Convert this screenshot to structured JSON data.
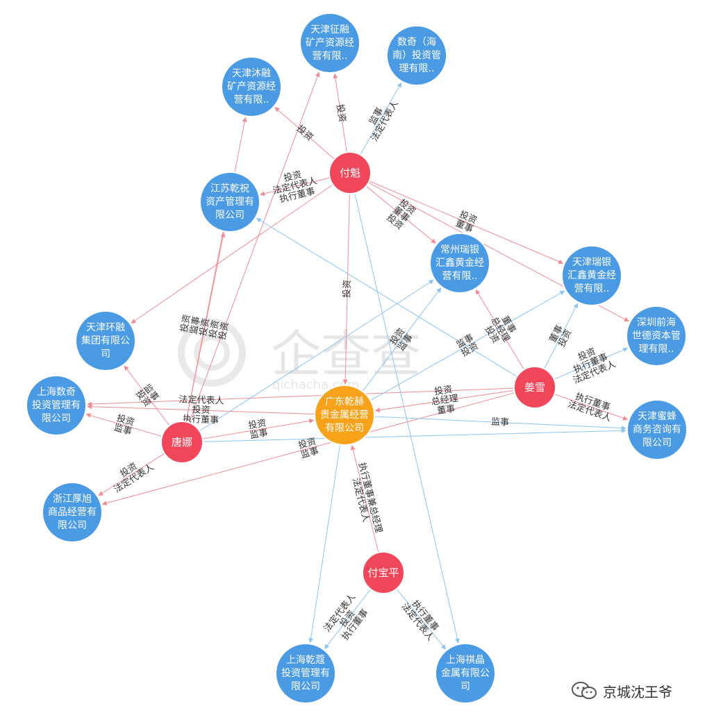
{
  "colors": {
    "company": "#4a9be3",
    "person": "#f2475b",
    "focus": "#f7a21b",
    "edge_red": "#f08a94",
    "edge_blue": "#8cc4ee",
    "label_text": "#333333"
  },
  "watermark": {
    "text": "企查查",
    "subtext": "qichacha.com",
    "icon": "qichacha-logo-icon"
  },
  "brand": {
    "icon": "wechat-icon",
    "name": "京城沈王爷"
  },
  "nodes": [
    {
      "id": "tianjin_zhengrong",
      "kind": "company",
      "lines": [
        "天津征融",
        "矿产资源经",
        "营有限.."
      ]
    },
    {
      "id": "shuqi_hainan",
      "kind": "company",
      "lines": [
        "数奇（海",
        "南）投资管",
        "理有限.."
      ]
    },
    {
      "id": "tianjin_murong",
      "kind": "company",
      "lines": [
        "天津沐融",
        "矿产资源经",
        "营有限.."
      ]
    },
    {
      "id": "fu_kui",
      "kind": "person",
      "lines": [
        "付魁"
      ]
    },
    {
      "id": "jiangsu_qianzhu",
      "kind": "company",
      "lines": [
        "江苏乾祝",
        "资产管理有",
        "限公司"
      ]
    },
    {
      "id": "changzhou_ruiyin",
      "kind": "company",
      "lines": [
        "常州瑞银",
        "汇鑫黄金经",
        "营有限.."
      ]
    },
    {
      "id": "tianjin_ruiyin",
      "kind": "company",
      "lines": [
        "天津瑞银",
        "汇鑫黄金经",
        "营有限.."
      ]
    },
    {
      "id": "tianjin_huanrong",
      "kind": "company",
      "lines": [
        "天津环融",
        "集团有限公",
        "司"
      ]
    },
    {
      "id": "shenzhen_qianhai",
      "kind": "company",
      "lines": [
        "深圳前海",
        "世德资本管",
        "理有限.."
      ]
    },
    {
      "id": "shanghai_shuqi",
      "kind": "company",
      "lines": [
        "上海数奇",
        "投资管理有",
        "限公司"
      ]
    },
    {
      "id": "guangdong_qianhe",
      "kind": "focus",
      "lines": [
        "广东乾赫",
        "贵金属经营",
        "有限公司"
      ]
    },
    {
      "id": "jiang_xue",
      "kind": "person",
      "lines": [
        "姜雪"
      ]
    },
    {
      "id": "tianjin_mifeng",
      "kind": "company",
      "lines": [
        "天津蜜蜂",
        "商务咨询有",
        "限公司"
      ]
    },
    {
      "id": "tang_na",
      "kind": "person",
      "lines": [
        "唐娜"
      ]
    },
    {
      "id": "zhejiang_houxu",
      "kind": "company",
      "lines": [
        "浙江厚旭",
        "商品经营有",
        "限公司"
      ]
    },
    {
      "id": "fu_baoping",
      "kind": "person",
      "lines": [
        "付宝平"
      ]
    },
    {
      "id": "shanghai_qiankou",
      "kind": "company",
      "lines": [
        "上海乾蔻",
        "投资管理有",
        "限公司"
      ]
    },
    {
      "id": "shanghai_qijing",
      "kind": "company",
      "lines": [
        "上海祺晶",
        "金属有限公",
        "司"
      ]
    }
  ],
  "edges": [
    {
      "from": "fu_kui",
      "to": "tianjin_zhengrong",
      "color": "red",
      "labels": [
        "投资"
      ]
    },
    {
      "from": "fu_kui",
      "to": "shuqi_hainan",
      "color": "blue",
      "labels": [
        "监事",
        "法定代表人"
      ]
    },
    {
      "from": "fu_kui",
      "to": "tianjin_murong",
      "color": "red",
      "labels": [
        "投资"
      ]
    },
    {
      "from": "fu_kui",
      "to": "jiangsu_qianzhu",
      "color": "red",
      "labels": [
        "执行董事",
        "法定代表人",
        "投资"
      ]
    },
    {
      "from": "fu_kui",
      "to": "changzhou_ruiyin",
      "color": "red",
      "labels": [
        "投资",
        "董事",
        "投资"
      ]
    },
    {
      "from": "fu_kui",
      "to": "tianjin_ruiyin",
      "color": "red",
      "labels": [
        "投资",
        "董事"
      ]
    },
    {
      "from": "fu_kui",
      "to": "guangdong_qianhe",
      "color": "red",
      "labels": [
        "投资"
      ]
    },
    {
      "from": "fu_kui",
      "to": "tianjin_huanrong",
      "color": "red",
      "labels": []
    },
    {
      "from": "fu_kui",
      "to": "shenzhen_qianhai",
      "color": "red",
      "labels": []
    },
    {
      "from": "fu_kui",
      "to": "shanghai_qijing",
      "color": "blue",
      "labels": []
    },
    {
      "from": "tang_na",
      "to": "jiangsu_qianzhu",
      "color": "red",
      "labels": [
        "投资",
        "监事",
        "投资",
        "投资",
        "投资"
      ]
    },
    {
      "from": "tang_na",
      "to": "tianjin_huanrong",
      "color": "red",
      "labels": [
        "投资",
        "监事"
      ]
    },
    {
      "from": "tang_na",
      "to": "shanghai_shuqi",
      "color": "red",
      "labels": [
        "监事",
        "投资"
      ]
    },
    {
      "from": "tang_na",
      "to": "zhejiang_houxu",
      "color": "red",
      "labels": [
        "法定代表人",
        "投资"
      ]
    },
    {
      "from": "tang_na",
      "to": "guangdong_qianhe",
      "color": "red",
      "labels": [
        "投资",
        "监事"
      ]
    },
    {
      "from": "tang_na",
      "to": "tianjin_murong",
      "color": "red",
      "labels": []
    },
    {
      "from": "tang_na",
      "to": "tianjin_zhengrong",
      "color": "red",
      "labels": []
    },
    {
      "from": "tang_na",
      "to": "changzhou_ruiyin",
      "color": "blue",
      "labels": []
    },
    {
      "from": "tang_na",
      "to": "tianjin_mifeng",
      "color": "blue",
      "labels": []
    },
    {
      "from": "jiang_xue",
      "to": "changzhou_ruiyin",
      "color": "red",
      "labels": [
        "投资",
        "总经理",
        "董事"
      ]
    },
    {
      "from": "jiang_xue",
      "to": "tianjin_ruiyin",
      "color": "blue",
      "labels": [
        "董事",
        "投资"
      ]
    },
    {
      "from": "jiang_xue",
      "to": "shenzhen_qianhai",
      "color": "blue",
      "labels": [
        "投资",
        "执行董事",
        "法定代表人"
      ]
    },
    {
      "from": "jiang_xue",
      "to": "tianjin_mifeng",
      "color": "red",
      "labels": [
        "执行董事",
        "法定代表人"
      ]
    },
    {
      "from": "jiang_xue",
      "to": "guangdong_qianhe",
      "color": "red",
      "labels": [
        "董事",
        "总经理",
        "投资"
      ]
    },
    {
      "from": "jiang_xue",
      "to": "shanghai_shuqi",
      "color": "red",
      "labels": []
    },
    {
      "from": "jiang_xue",
      "to": "zhejiang_houxu",
      "color": "red",
      "labels": [
        "监事",
        "投资"
      ]
    },
    {
      "from": "jiang_xue",
      "to": "jiangsu_qianzhu",
      "color": "blue",
      "labels": []
    },
    {
      "from": "fu_baoping",
      "to": "guangdong_qianhe",
      "color": "red",
      "labels": [
        "法定代表人",
        "执行董事兼总经理"
      ]
    },
    {
      "from": "fu_baoping",
      "to": "shanghai_qiankou",
      "color": "blue",
      "labels": [
        "执行董事",
        "投资",
        "法定代表人"
      ]
    },
    {
      "from": "fu_baoping",
      "to": "shanghai_qijing",
      "color": "blue",
      "labels": [
        "执行董事",
        "法定代表人"
      ]
    },
    {
      "from": "guangdong_qianhe",
      "to": "shanghai_shuqi",
      "color": "red",
      "labels": [
        "执行董事",
        "投资",
        "法定代表人"
      ]
    },
    {
      "from": "guangdong_qianhe",
      "to": "tianjin_mifeng",
      "color": "blue",
      "labels": [
        "监事"
      ]
    },
    {
      "from": "guangdong_qianhe",
      "to": "tianjin_ruiyin",
      "color": "blue",
      "labels": [
        "监事",
        "投资"
      ]
    },
    {
      "from": "guangdong_qianhe",
      "to": "changzhou_ruiyin",
      "color": "blue",
      "labels": [
        "投资",
        "监事"
      ]
    },
    {
      "from": "guangdong_qianhe",
      "to": "shanghai_qiankou",
      "color": "blue",
      "labels": []
    }
  ]
}
